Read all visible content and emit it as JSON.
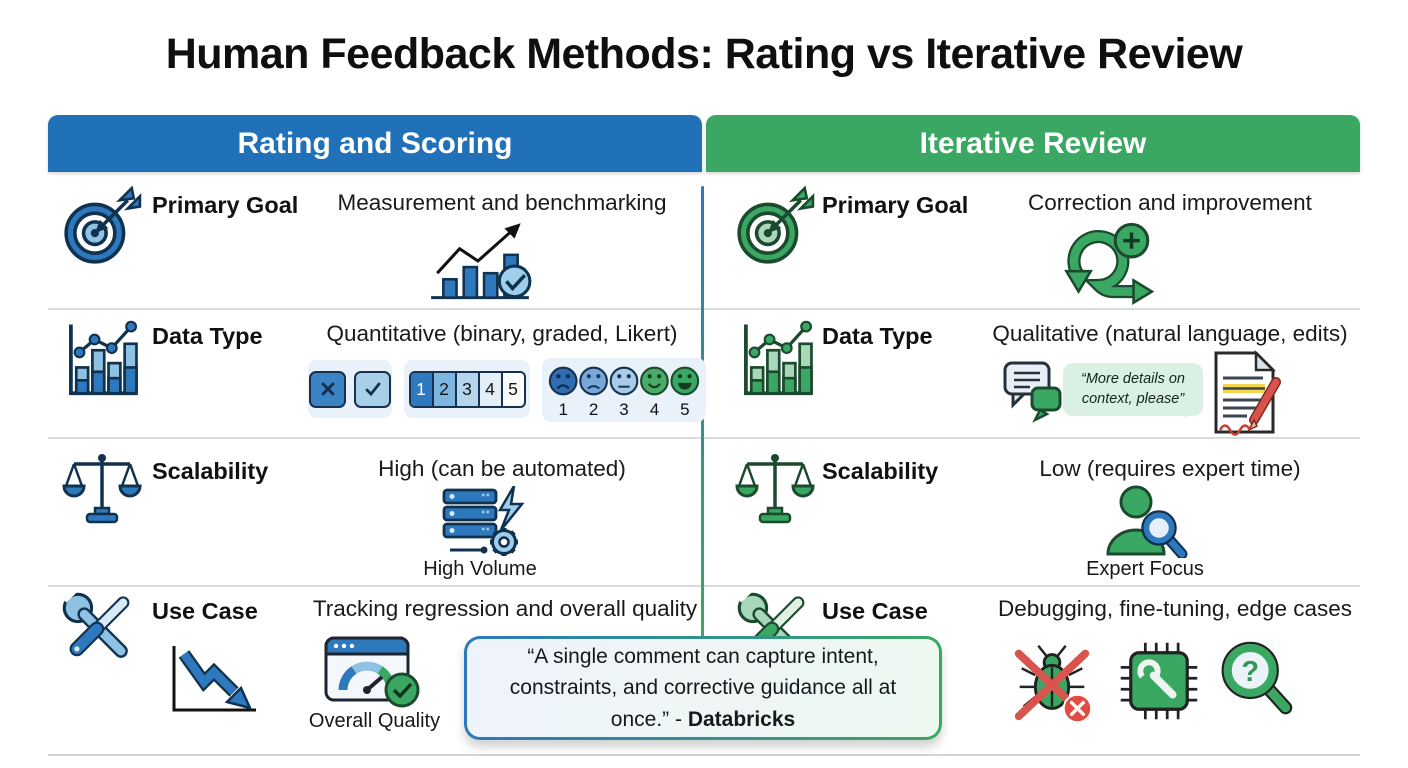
{
  "title": "Human Feedback Methods: Rating vs Iterative Review",
  "colors": {
    "rating_blue": "#2171b8",
    "review_green": "#3aa863"
  },
  "headers": {
    "left": "Rating and Scoring",
    "right": "Iterative Review"
  },
  "rows": {
    "primary_goal": {
      "left": {
        "label": "Primary Goal",
        "value": "Measurement and benchmarking",
        "row_icon": "target-icon",
        "visual_icon": "bar-chart-rising-check-icon"
      },
      "right": {
        "label": "Primary Goal",
        "value": "Correction and improvement",
        "row_icon": "target-icon",
        "visual_icon": "iteration-loop-plus-icon"
      }
    },
    "data_type": {
      "left": {
        "label": "Data Type",
        "value": "Quantitative (binary, graded, Likert)",
        "row_icon": "bar-chart-trend-icon",
        "likert_scale": [
          "1",
          "2",
          "3",
          "4",
          "5"
        ],
        "emoji_scale_numbers": [
          "1",
          "2",
          "3",
          "4",
          "5"
        ]
      },
      "right": {
        "label": "Data Type",
        "value": "Qualitative (natural language, edits)",
        "row_icon": "bar-chart-trend-icon",
        "speech_bubble_quote": "“More details on context, please”"
      }
    },
    "scalability": {
      "left": {
        "label": "Scalability",
        "value": "High (can be automated)",
        "row_icon": "scales-icon",
        "caption": "High Volume",
        "visual_icon": "server-gear-lightning-icon"
      },
      "right": {
        "label": "Scalability",
        "value": "Low (requires expert time)",
        "row_icon": "scales-icon",
        "caption": "Expert Focus",
        "visual_icon": "person-magnifier-icon"
      }
    },
    "use_case": {
      "left": {
        "label": "Use Case",
        "value": "Tracking regression and overall quality",
        "row_icon": "tools-icon",
        "caption": "Overall Quality",
        "visual_icons": [
          "decline-arrow-chart-icon",
          "gauge-check-icon"
        ]
      },
      "right": {
        "label": "Use Case",
        "value": "Debugging, fine-tuning, edge cases",
        "row_icon": "tools-icon",
        "visual_icons": [
          "bug-crossed-icon",
          "chip-wrench-icon",
          "magnifier-question-icon"
        ]
      }
    }
  },
  "quote": {
    "text": "“A single comment can capture intent, constraints, and corrective guidance all at once.” - ",
    "attribution": "Databricks"
  }
}
